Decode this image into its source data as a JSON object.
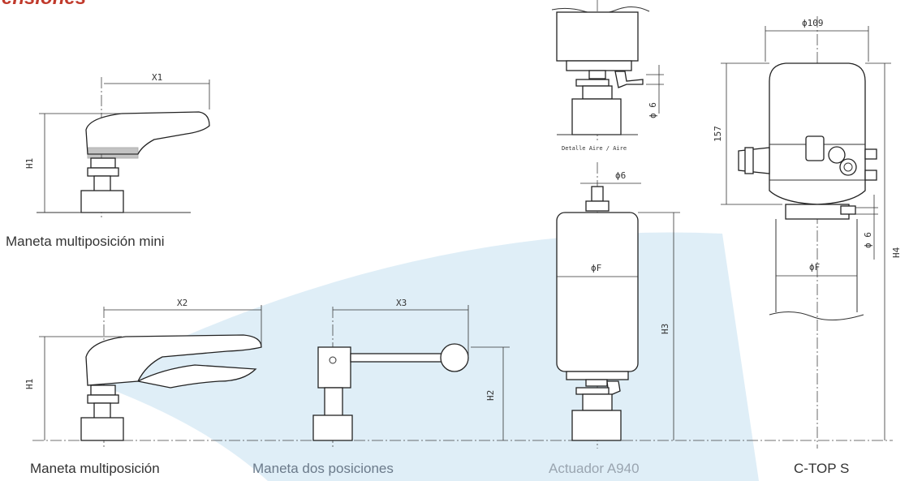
{
  "page": {
    "heading": "...ensiones"
  },
  "captions": {
    "mini": "Maneta multiposición mini",
    "multi": "Maneta multiposición",
    "dos": "Maneta dos posiciones",
    "a940": "Actuador A940",
    "ctop": "C-TOP S"
  },
  "dimensions": {
    "x1": "X1",
    "x2": "X2",
    "x3": "X3",
    "h1_top": "H1",
    "h1_bottom": "H1",
    "h2": "H2",
    "h3": "H3",
    "h4": "H4",
    "phi6_detail": "ϕ 6",
    "phi6_a940": "ϕ6",
    "phiF_a940": "ϕF",
    "phi109": "ϕ109",
    "h157": "157",
    "phi6_ctop": "ϕ 6",
    "phiF_ctop": "ϕF"
  },
  "detail_label": "Detalle Aire / Aire",
  "colors": {
    "heading": "#c0392b",
    "watermark": "#d9ebf6",
    "line": "#333333"
  }
}
